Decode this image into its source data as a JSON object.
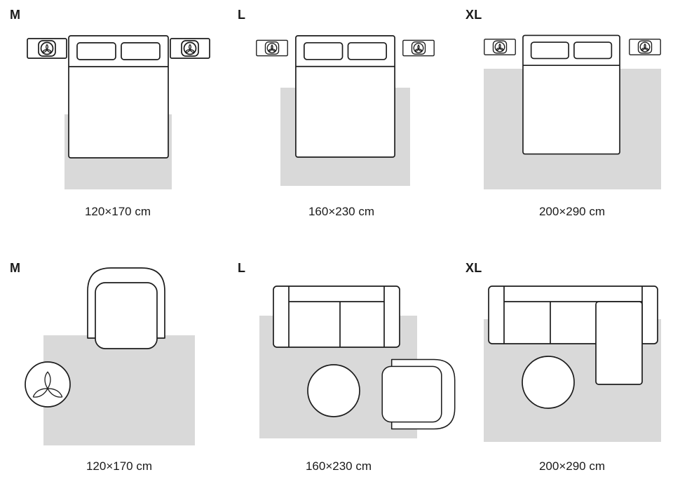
{
  "colors": {
    "rug_fill": "#d9d9d9",
    "outline": "#1c1c1c",
    "background": "#ffffff",
    "text": "#1a1a1a"
  },
  "rows": [
    {
      "name": "bedroom-sizes",
      "panels": [
        {
          "size_label": "M",
          "dimensions": "120×170 cm",
          "scene_icons": [
            "nightstand-icon",
            "bed-icon",
            "nightstand-icon",
            "rug-icon"
          ]
        },
        {
          "size_label": "L",
          "dimensions": "160×230 cm",
          "scene_icons": [
            "nightstand-icon",
            "bed-icon",
            "nightstand-icon",
            "rug-icon"
          ]
        },
        {
          "size_label": "XL",
          "dimensions": "200×290 cm",
          "scene_icons": [
            "nightstand-icon",
            "bed-icon",
            "nightstand-icon",
            "rug-icon"
          ]
        }
      ]
    },
    {
      "name": "living-room-sizes",
      "panels": [
        {
          "size_label": "M",
          "dimensions": "120×170 cm",
          "scene_icons": [
            "armchair-icon",
            "plant-icon",
            "rug-icon"
          ]
        },
        {
          "size_label": "L",
          "dimensions": "160×230 cm",
          "scene_icons": [
            "sofa-icon",
            "coffee-table-icon",
            "armchair-icon",
            "rug-icon"
          ]
        },
        {
          "size_label": "XL",
          "dimensions": "200×290 cm",
          "scene_icons": [
            "sectional-sofa-icon",
            "coffee-table-icon",
            "rug-icon"
          ]
        }
      ]
    }
  ]
}
